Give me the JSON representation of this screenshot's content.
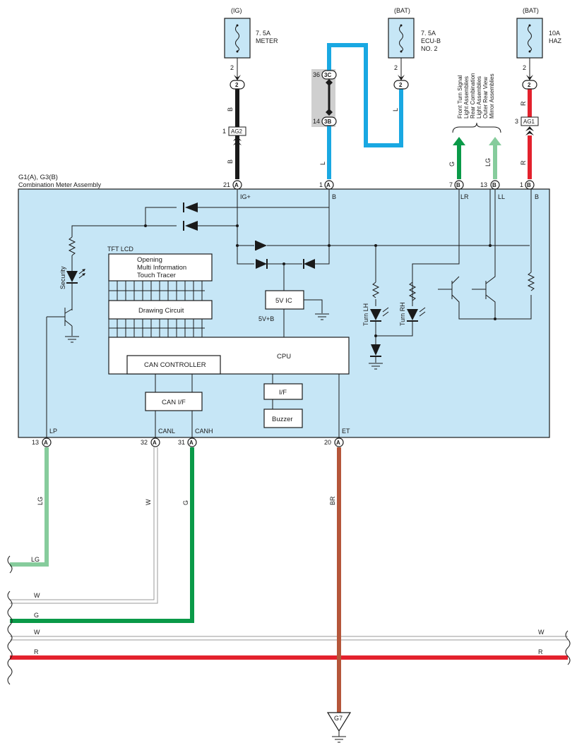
{
  "colors": {
    "black": "#1a1a1a",
    "blue": "#19a8e2",
    "green": "#0a9a48",
    "light_green": "#86cc9c",
    "red": "#e3212d",
    "brown": "#b5563a",
    "white_wire": "#c9c9c9",
    "meter_fill": "#c6e6f6",
    "fuse_fill": "#c6e6f6",
    "joint_fill": "#cfcfcf"
  },
  "assembly": {
    "code": "G1(A), G3(B)",
    "name": "Combination Meter Assembly"
  },
  "fuses": [
    {
      "source": "(IG)",
      "line1": "7. 5A",
      "line2": "METER",
      "line3": "",
      "pin": "2"
    },
    {
      "source": "(BAT)",
      "line1": "7. 5A",
      "line2": "ECU-B",
      "line3": "NO. 2",
      "pin": "2"
    },
    {
      "source": "(BAT)",
      "line1": "10A",
      "line2": "HAZ",
      "line3": "",
      "pin": "2"
    }
  ],
  "pins_top": [
    {
      "num": "21",
      "conn": "A",
      "label": "IG+"
    },
    {
      "num": "1",
      "conn": "A",
      "label": "B"
    },
    {
      "num": "7",
      "conn": "B",
      "label": "LR"
    },
    {
      "num": "13",
      "conn": "B",
      "label": "LL"
    },
    {
      "num": "1",
      "conn": "B",
      "label": "B"
    }
  ],
  "pins_bottom": [
    {
      "num": "13",
      "conn": "A",
      "label": "LP"
    },
    {
      "num": "32",
      "conn": "A",
      "label": "CANL"
    },
    {
      "num": "31",
      "conn": "A",
      "label": "CANH"
    },
    {
      "num": "20",
      "conn": "A",
      "label": "ET"
    }
  ],
  "junctions": {
    "ag2": {
      "pin": "1",
      "name": "AG2"
    },
    "ag1": {
      "pin": "3",
      "name": "AG1"
    },
    "c3": {
      "pin": "36",
      "name": "3C"
    },
    "c3b": {
      "pin": "14",
      "name": "3B"
    }
  },
  "wire_labels": {
    "b": "B",
    "l": "L",
    "r": "R",
    "g": "G",
    "lg": "LG",
    "w": "W",
    "br": "BR"
  },
  "bus_labels": {
    "lg": "LG",
    "w1": "W",
    "g": "G",
    "w2": "W",
    "w2_right": "W",
    "r": "R",
    "r_right": "R"
  },
  "turn_signal_note": [
    "Front Turn Signal",
    "Light Assemblies",
    "Rear Combination",
    "Light Assemblies",
    "Outer Rear View",
    "Mirror Assemblies"
  ],
  "internal": {
    "tft_lcd": "TFT LCD",
    "opening_box": [
      "Opening",
      "Multi Information",
      "Touch Tracer"
    ],
    "drawing_circuit": "Drawing Circuit",
    "ic_5v": "5V IC",
    "v5b": "5V+B",
    "cpu": "CPU",
    "can_controller": "CAN CONTROLLER",
    "can_if": "CAN I/F",
    "if": "I/F",
    "buzzer": "Buzzer",
    "security": "Security",
    "turn_lh": "Turn LH",
    "turn_rh": "Turn RH"
  },
  "ground": {
    "name": "G7"
  }
}
